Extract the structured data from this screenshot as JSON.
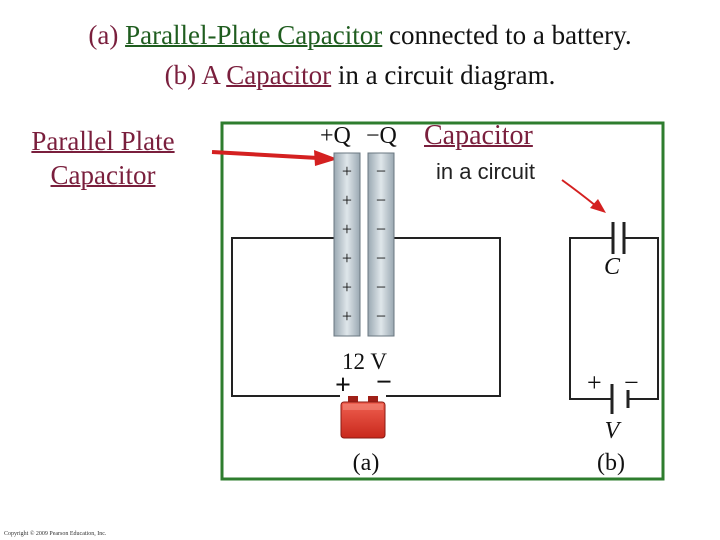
{
  "title": {
    "line1_a": "(a) ",
    "line1_b": "Parallel-Plate Capacitor",
    "line1_c": " connected to a battery.",
    "line2_a": "(b) A ",
    "line2_b": "Capacitor",
    "line2_c": " in a circuit diagram."
  },
  "side_label": {
    "line1": "Parallel Plate",
    "line2": "Capacitor"
  },
  "capacitor_label": "Capacitor",
  "circuit_label": "in a circuit",
  "plates": {
    "plus_q": "+Q",
    "minus_q": "−Q",
    "plus_sign": "+",
    "minus_sign": "−"
  },
  "battery": {
    "voltage": "12 V",
    "plus": "+",
    "minus": "−"
  },
  "panel_a_label": "(a)",
  "panel_b_label": "(b)",
  "schematic": {
    "cap_symbol": "C",
    "volt_symbol": "V",
    "plus": "+",
    "minus": "−"
  },
  "copyright": "Copyright © 2009 Pearson Education, Inc.",
  "colors": {
    "frame": "#2e7d2e",
    "arrow": "#d42020",
    "plate": "#b8c4cc",
    "battery": "#e23b2e"
  }
}
